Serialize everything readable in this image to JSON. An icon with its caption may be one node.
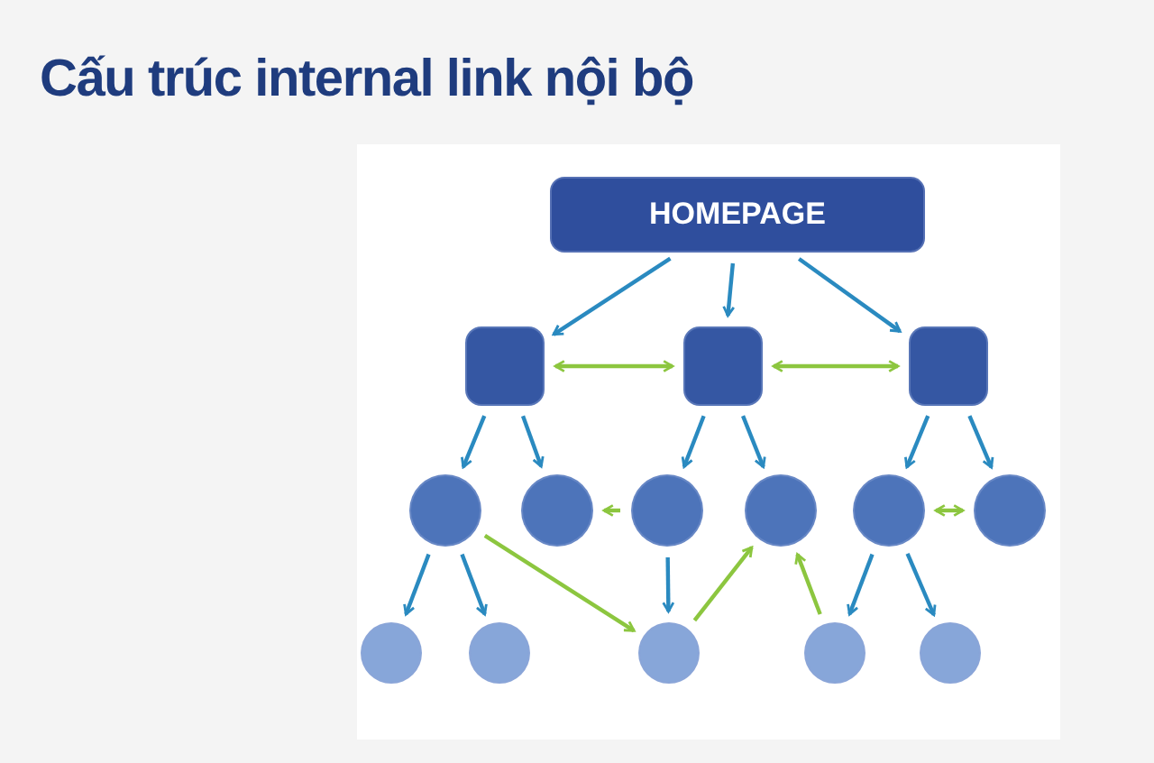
{
  "diagram": {
    "title": "Cấu trúc internal link nội bộ",
    "nodes": [
      {
        "text": [
          "HOMEPAGE"
        ]
      },
      {
        "text": [],
        "shape": "box"
      },
      {
        "text": [],
        "shape": "box"
      },
      {
        "text": [],
        "shape": "box"
      },
      {
        "text": [],
        "shape": "circle"
      },
      {
        "text": [],
        "shape": "circle"
      },
      {
        "text": [],
        "shape": "circle"
      },
      {
        "text": [],
        "shape": "circle"
      },
      {
        "text": [],
        "shape": "circle"
      },
      {
        "text": [],
        "shape": "circle"
      },
      {
        "text": [],
        "shape": "circle"
      },
      {
        "text": [],
        "shape": "circle"
      },
      {
        "text": [],
        "shape": "circle"
      },
      {
        "text": [],
        "shape": "circle"
      },
      {
        "text": [],
        "shape": "circle"
      }
    ],
    "edges": [
      {
        "from": 0,
        "to": 1,
        "arrow": "to"
      },
      {
        "from": 0,
        "to": 2,
        "arrow": "to"
      },
      {
        "from": 0,
        "to": 3,
        "arrow": "to"
      },
      {
        "from": 1,
        "to": 2,
        "arrow": "both",
        "color": "#8cc63f"
      },
      {
        "from": 2,
        "to": 3,
        "arrow": "both",
        "color": "#8cc63f"
      },
      {
        "from": 1,
        "to": 4,
        "arrow": "to"
      },
      {
        "from": 1,
        "to": 5,
        "arrow": "to"
      },
      {
        "from": 2,
        "to": 6,
        "arrow": "to"
      },
      {
        "from": 2,
        "to": 7,
        "arrow": "to"
      },
      {
        "from": 3,
        "to": 8,
        "arrow": "to"
      },
      {
        "from": 3,
        "to": 9,
        "arrow": "to"
      },
      {
        "from": 6,
        "to": 5,
        "arrow": "to",
        "color": "#8cc63f"
      },
      {
        "from": 8,
        "to": 9,
        "arrow": "both",
        "color": "#8cc63f"
      },
      {
        "from": 4,
        "to": 10,
        "arrow": "to"
      },
      {
        "from": 4,
        "to": 11,
        "arrow": "to"
      },
      {
        "from": 4,
        "to": 12,
        "arrow": "to",
        "color": "#8cc63f"
      },
      {
        "from": 6,
        "to": 12,
        "arrow": "to"
      },
      {
        "from": 12,
        "to": 7,
        "arrow": "to",
        "color": "#8cc63f"
      },
      {
        "from": 13,
        "to": 7,
        "arrow": "to",
        "color": "#8cc63f"
      },
      {
        "from": 8,
        "to": 13,
        "arrow": "to"
      },
      {
        "from": 8,
        "to": 14,
        "arrow": "to"
      }
    ]
  }
}
